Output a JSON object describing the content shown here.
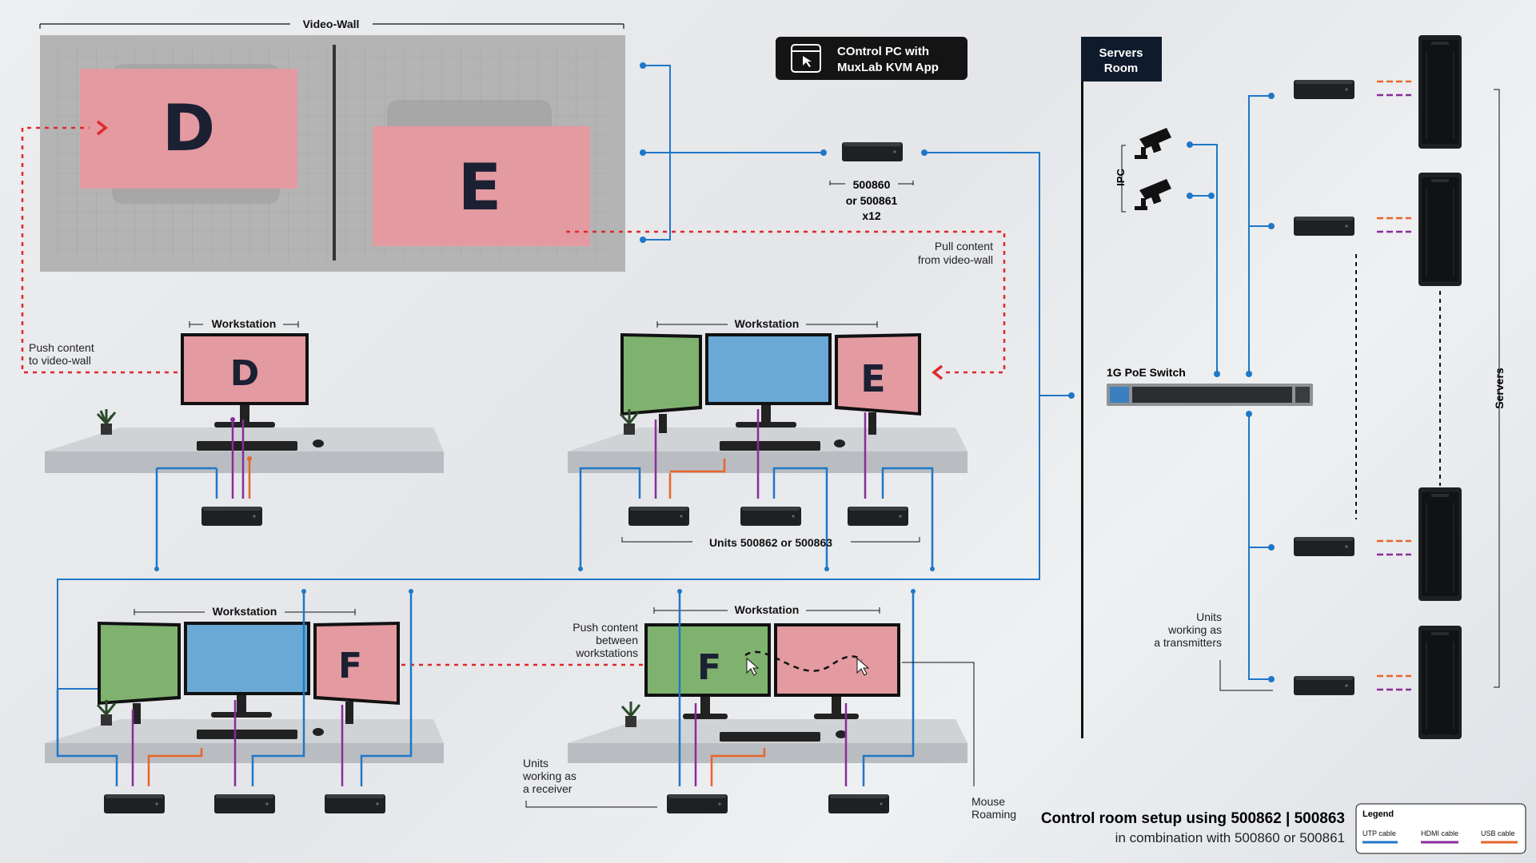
{
  "videowall": {
    "title": "Video-Wall",
    "window_d": "D",
    "window_e": "E"
  },
  "control_pc": {
    "line1": "COntrol PC with",
    "line2": "MuxLab KVM App"
  },
  "transmitter_group": {
    "line1": "500860",
    "line2": "or 500861",
    "line3": "x12"
  },
  "servers_room": {
    "line1": "Servers",
    "line2": "Room"
  },
  "ipc_label": "IPC",
  "switch_label": "1G PoE Switch",
  "servers_label": "Servers",
  "units_transmitters": [
    "Units",
    "working as",
    "a transmitters"
  ],
  "pull_content": [
    "Pull content",
    "from video-wall"
  ],
  "push_content_wall": [
    "Push content",
    "to video-wall"
  ],
  "push_content_ws": [
    "Push content",
    "between",
    "workstations"
  ],
  "units_receiver": [
    "Units",
    "working as",
    "a receiver"
  ],
  "mouse_roaming": [
    "Mouse",
    "Roaming"
  ],
  "units_row_label": "Units 500862 or 500863",
  "workstations": [
    {
      "label": "Workstation",
      "screens": [
        "D"
      ]
    },
    {
      "label": "Workstation",
      "screens": [
        "",
        "",
        "E"
      ]
    },
    {
      "label": "Workstation",
      "screens": [
        "",
        "",
        "F"
      ]
    },
    {
      "label": "Workstation",
      "screens": [
        "F",
        ""
      ]
    }
  ],
  "title": {
    "line1": "Control room setup using 500862 | 500863",
    "line2": "in combination with 500860 or 500861"
  },
  "legend": {
    "title": "Legend",
    "utp": "UTP cable",
    "hdmi": "HDMI cable",
    "usb": "USB cable"
  },
  "colors": {
    "utp": "#1f77c8",
    "hdmi": "#8b2b9b",
    "usb": "#e8652a",
    "red_dashed": "#e0282a",
    "screen_pink": "#e69aa0",
    "screen_green": "#7fb26f",
    "screen_blue": "#6aa9d6",
    "dark_label": "#0f1b2d"
  }
}
